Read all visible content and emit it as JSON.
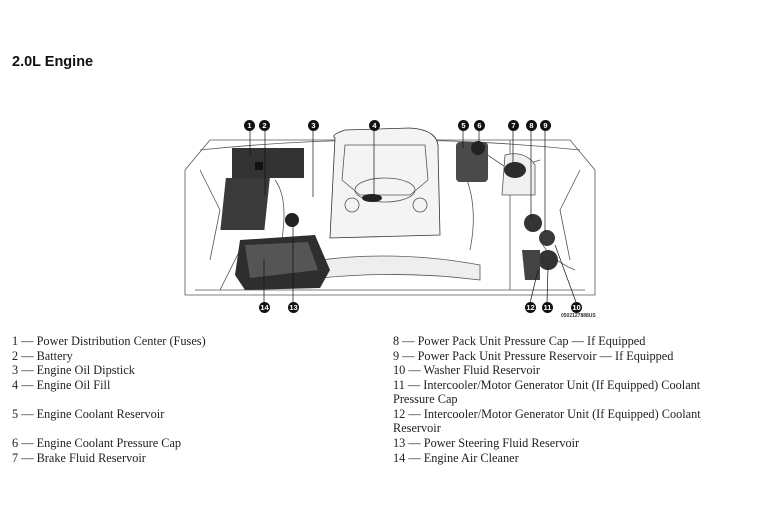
{
  "heading": "2.0L Engine",
  "figure": {
    "code": "0502127888US",
    "callouts": [
      "1",
      "2",
      "3",
      "4",
      "5",
      "6",
      "7",
      "8",
      "9",
      "10",
      "11",
      "12",
      "13",
      "14"
    ]
  },
  "legend": {
    "left": [
      "1 — Power Distribution Center (Fuses)",
      "2 — Battery",
      "3 — Engine Oil Dipstick",
      "4 — Engine Oil Fill",
      "5 — Engine Coolant Reservoir",
      "6 — Engine Coolant Pressure Cap",
      "7 — Brake Fluid Reservoir"
    ],
    "right": [
      "8 — Power Pack Unit Pressure Cap — If Equipped",
      "9 — Power Pack Unit Pressure Reservoir — If Equipped",
      "10 — Washer Fluid Reservoir",
      "11 — Intercooler/Motor Generator Unit (If Equipped) Coolant",
      "Pressure Cap",
      "12 — Intercooler/Motor Generator Unit (If Equipped) Coolant",
      "Reservoir",
      "13 — Power Steering Fluid Reservoir",
      "14 — Engine Air Cleaner"
    ]
  }
}
